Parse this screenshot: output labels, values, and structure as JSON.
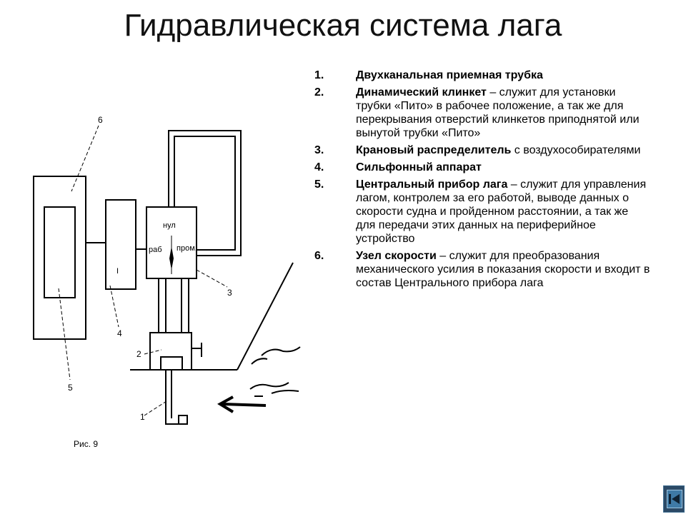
{
  "slide": {
    "title": "Гидравлическая система лага",
    "caption": "Рис. 9"
  },
  "diagram": {
    "labels": {
      "n1": "1",
      "n2": "2",
      "n3": "3",
      "n4": "4",
      "n5": "5",
      "n6": "6",
      "gauge_zero": "нул",
      "gauge_work": "раб",
      "gauge_prom": "пром.",
      "box_mark": "I"
    }
  },
  "items": [
    {
      "num": "1.",
      "term": "Двухканальная приемная трубка",
      "text": ""
    },
    {
      "num": "2.",
      "term": "Динамический клинкет",
      "text": " – служит для установки трубки «Пито» в рабочее положение, а так же для перекрывания отверстий клинкетов приподнятой или вынутой трубки «Пито»"
    },
    {
      "num": "3.",
      "term": "Крановый распределитель",
      "text": " с воздухособирателями"
    },
    {
      "num": "4.",
      "term": "Сильфонный аппарат",
      "text": ""
    },
    {
      "num": "5.",
      "term": "Центральный прибор лага",
      "text": " – служит для управления лагом, контролем за его работой, выводе данных о скорости судна и пройденном расстоянии, а так же для передачи этих данных на периферийное устройство"
    },
    {
      "num": "6.",
      "term": "Узел скорости",
      "text": " – служит для преобразования механического усилия в показания скорости и входит в состав Центрального прибора лага"
    }
  ],
  "nav": {
    "icon": "back-to-start-icon",
    "color": "#2c4a66"
  }
}
